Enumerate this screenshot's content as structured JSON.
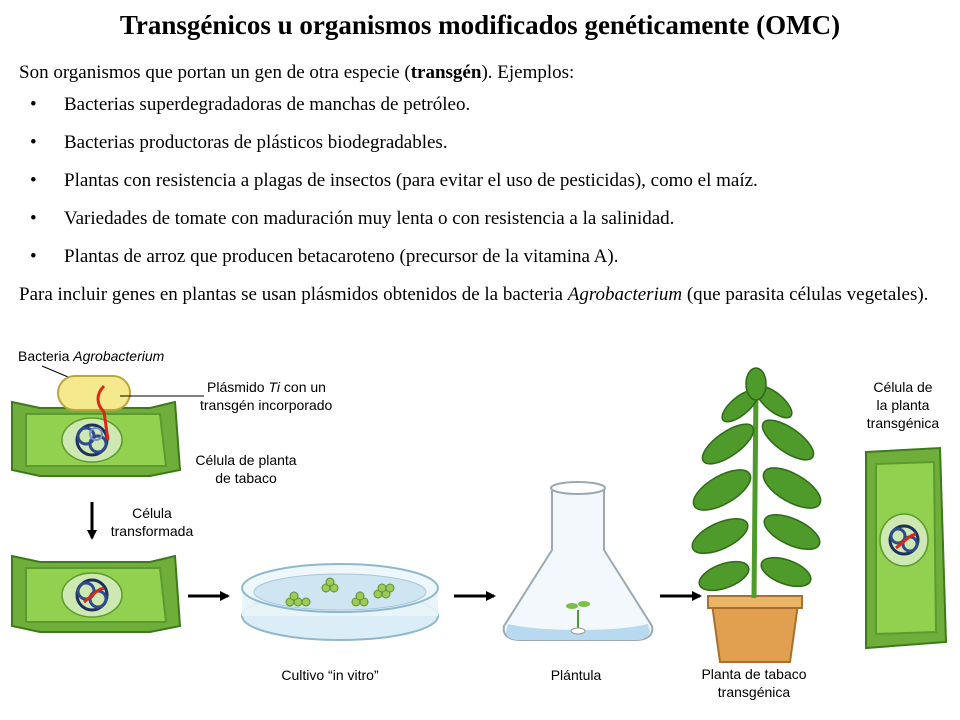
{
  "title": "Transgénicos u organismos modificados genéticamente (OMC)",
  "intro": {
    "prefix": "Son organismos que portan un gen de otra especie (",
    "bold": "transgén",
    "suffix": "). Ejemplos:"
  },
  "bullet_marker": "•",
  "bullets": [
    "Bacterias superdegradadoras de manchas de petróleo.",
    "Bacterias productoras de plásticos biodegradables.",
    "Plantas con resistencia a plagas de insectos (para evitar el uso de pesticidas), como el maíz.",
    "Variedades de tomate con maduración muy lenta o con resistencia a la salinidad.",
    "Plantas de arroz que producen betacaroteno (precursor de la vitamina A)."
  ],
  "paragraph": {
    "prefix": "Para incluir genes en plantas se usan plásmidos obtenidos de la bacteria ",
    "italic": "Agrobacterium",
    "suffix": " (que parasita células vegetales)."
  },
  "diagram": {
    "bacteria_label": "Bacteria ",
    "bacteria_label_italic": "Agrobacterium",
    "plasmid_label_1a": "Plásmido ",
    "plasmid_label_1b": "Ti",
    "plasmid_label_1c": " con un",
    "plasmid_label_2": "transgén incorporado",
    "tobacco_cell_1": "Célula de planta",
    "tobacco_cell_2": "de tabaco",
    "transformed_1": "Célula",
    "transformed_2": "transformada",
    "culture": "Cultivo “in vitro”",
    "seedling": "Plántula",
    "plant_1": "Planta de tabaco",
    "plant_2": "transgénica",
    "tcell_1": "Célula de",
    "tcell_2": "la planta",
    "tcell_3": "transgénica"
  },
  "colors": {
    "cell_wall": "#6fae3a",
    "cell_inner": "#92d050",
    "vacuole": "#cde8b0",
    "bacteria": "#f4e98c",
    "plasmid": "#d9271c",
    "leaf": "#4e9a2a",
    "pot": "#e0a050"
  }
}
